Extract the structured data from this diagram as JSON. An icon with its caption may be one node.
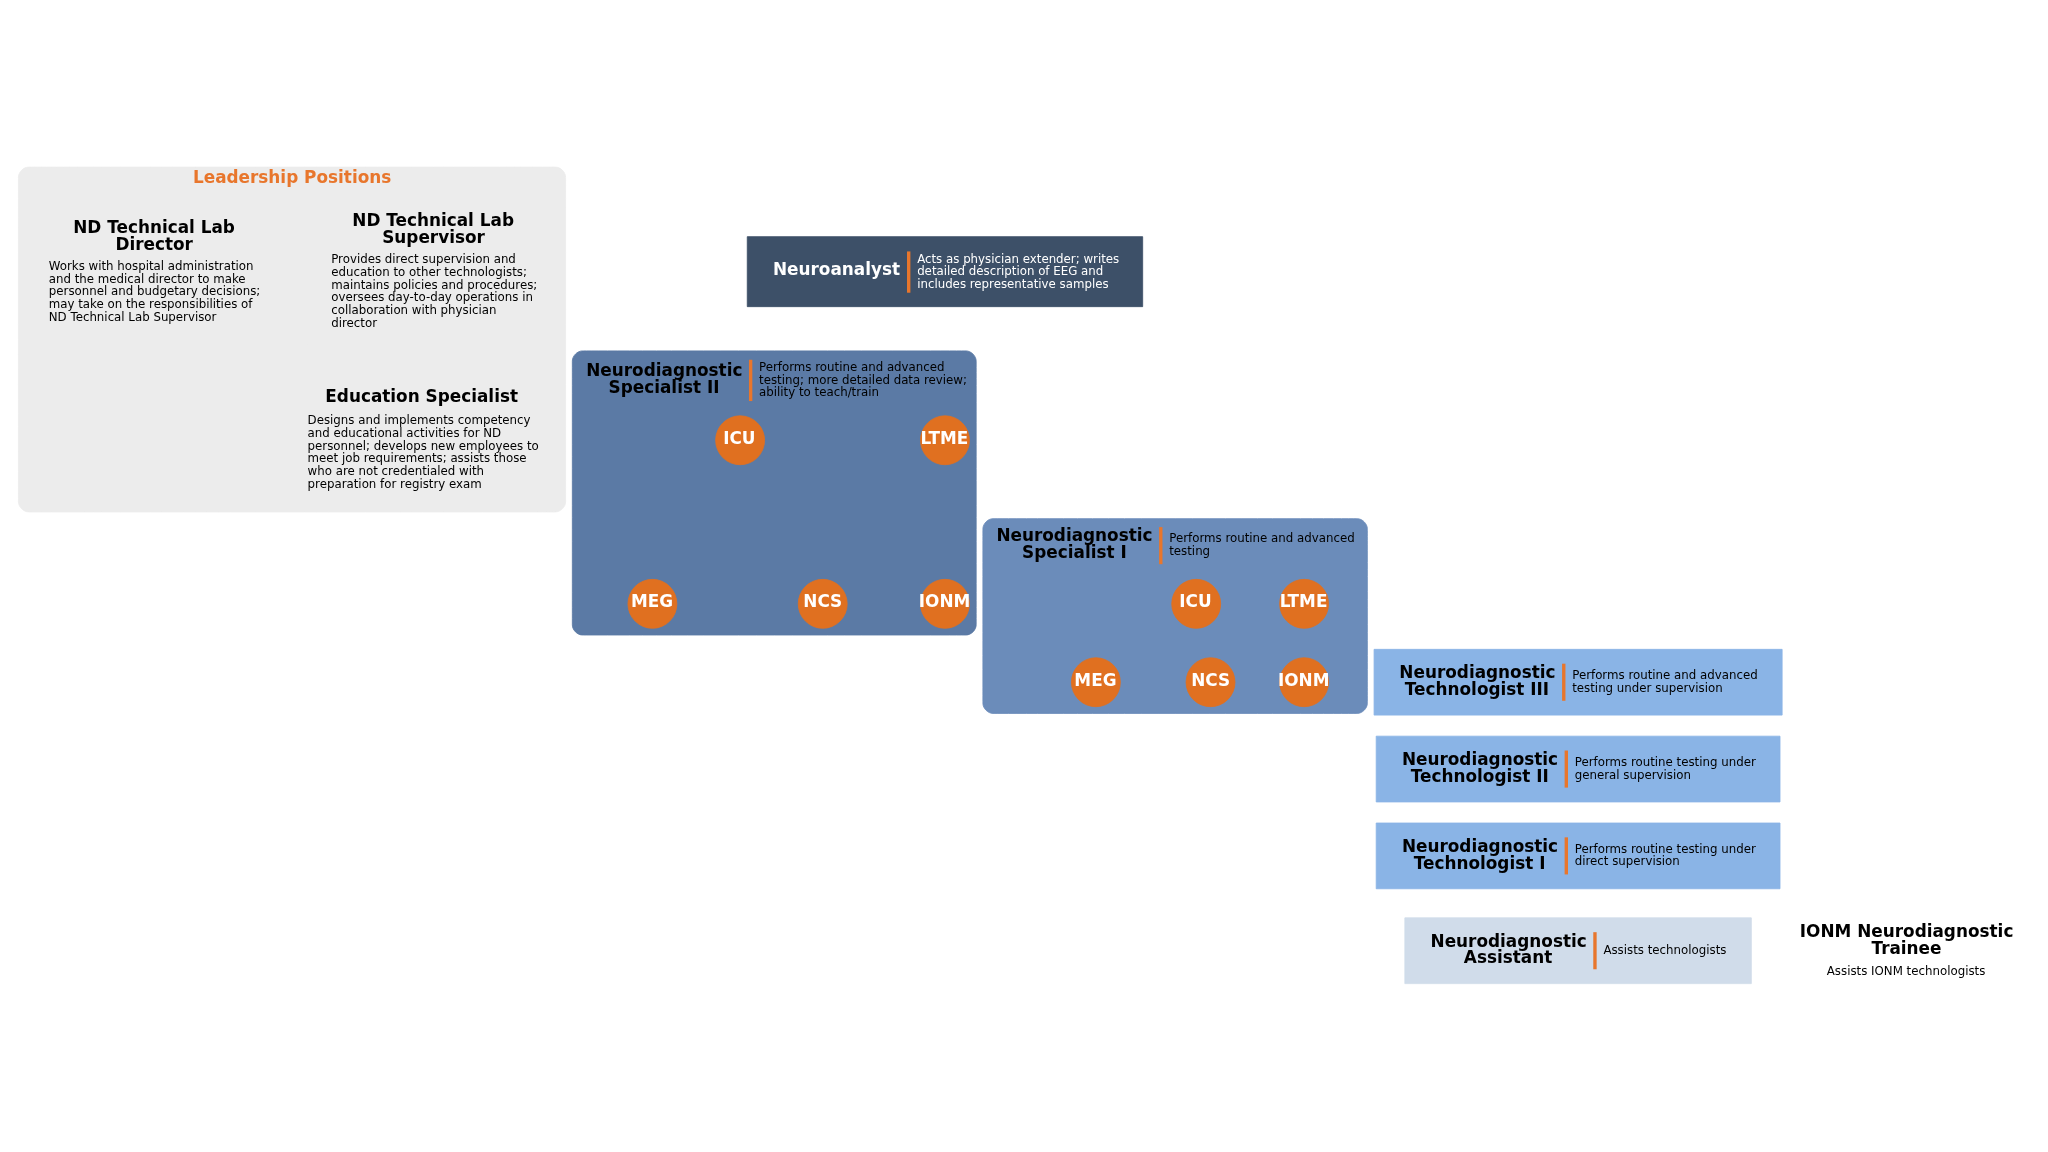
{
  "diagram": {
    "nodes": [
      {
        "text": [
          "Leadership Positions"
        ]
      },
      {
        "text": [
          "ND Technical Lab Supervisor",
          "Provides direct supervision and education to other technologists; maintains policies and procedures; oversees day-to-day operations in collaboration with physician director"
        ],
        "in": 0
      },
      {
        "text": [
          "ND Technical Lab Director",
          "Works with hospital administration and the medical director to make personnel and budgetary decisions; may take on the responsibilities of ND Technical Lab Supervisor"
        ],
        "in": 0
      },
      {
        "text": [
          "Education Specialist",
          "Designs and implements competency and educational activities for ND personnel; develops new employees to meet job requirements; assists those who are not credentialed with preparation for registry exam"
        ],
        "in": 0
      },
      {
        "text": [
          "Neuroanalyst",
          "Acts as physician extender; writes detailed description of EEG and includes representative samples"
        ]
      },
      {
        "text": [
          "Neurodiagnostic Specialist II",
          "Performs routine and advanced testing; more detailed data review; ability to teach/train"
        ]
      },
      {
        "text": [
          "LTME"
        ],
        "in": 5
      },
      {
        "text": [
          "ICU"
        ],
        "in": 5
      },
      {
        "text": [
          "IONM"
        ],
        "in": 5
      },
      {
        "text": [
          "NCS"
        ],
        "in": 5
      },
      {
        "text": [
          "MEG"
        ],
        "in": 5
      },
      {
        "text": [
          "Neurodiagnostic Specialist I",
          "Performs routine and advanced testing"
        ]
      },
      {
        "text": [
          "LTME"
        ],
        "in": 11
      },
      {
        "text": [
          "ICU"
        ],
        "in": 11
      },
      {
        "text": [
          "IONM"
        ],
        "in": 11
      },
      {
        "text": [
          "NCS"
        ],
        "in": 11
      },
      {
        "text": [
          "MEG"
        ],
        "in": 11
      },
      {
        "text": [
          "Neurodiagnostic Technologist III",
          "Performs routine and advanced testing under supervision"
        ]
      },
      {
        "text": [
          "Neurodiagnostic Technologist II",
          "Performs routine testing under general supervision"
        ]
      },
      {
        "text": [
          "Neurodiagnostic Technologist I",
          "Performs routine testing under direct supervision"
        ]
      },
      {
        "text": [
          "Neurodiagnostic Assistant",
          "Assists technologists"
        ]
      },
      {
        "text": [
          "IONM Neurodiagnostic Trainee",
          "Assists IONM technologists"
        ]
      }
    ]
  }
}
